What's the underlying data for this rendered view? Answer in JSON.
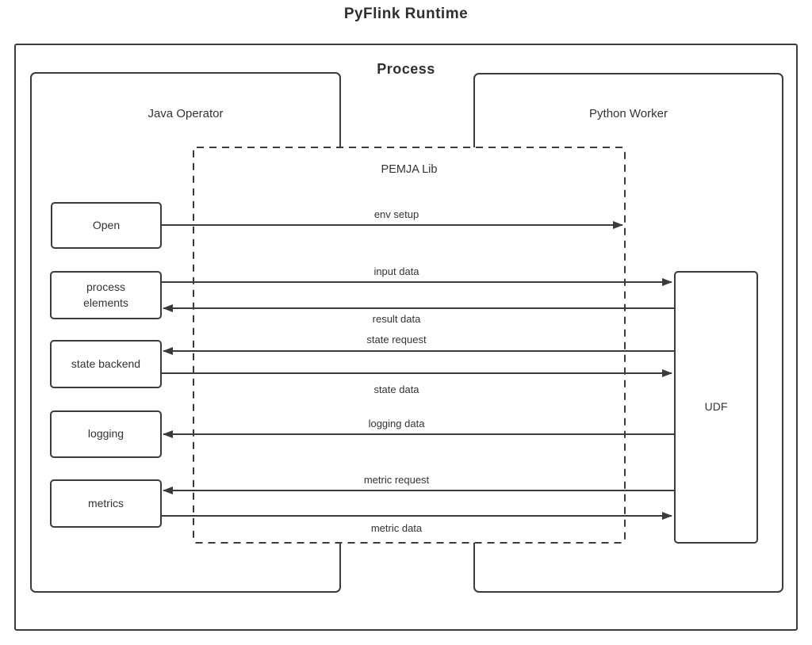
{
  "diagram": {
    "title": "PyFlink Runtime",
    "process_label": "Process",
    "java_operator_label": "Java Operator",
    "python_worker_label": "Python Worker",
    "pemja_label": "PEMJA Lib",
    "udf_label": "UDF",
    "java_components": [
      {
        "label": "Open"
      },
      {
        "label": "process elements"
      },
      {
        "label": "state backend"
      },
      {
        "label": "logging"
      },
      {
        "label": "metrics"
      }
    ],
    "messages": [
      {
        "label": "env setup",
        "direction": "right"
      },
      {
        "label": "input data",
        "direction": "right"
      },
      {
        "label": "result data",
        "direction": "left"
      },
      {
        "label": "state request",
        "direction": "left"
      },
      {
        "label": "state data",
        "direction": "right"
      },
      {
        "label": "logging data",
        "direction": "left"
      },
      {
        "label": "metric request",
        "direction": "left"
      },
      {
        "label": "metric data",
        "direction": "right"
      }
    ],
    "colors": {
      "line": "#3b3b3b",
      "text": "#333333",
      "background": "#ffffff"
    }
  }
}
